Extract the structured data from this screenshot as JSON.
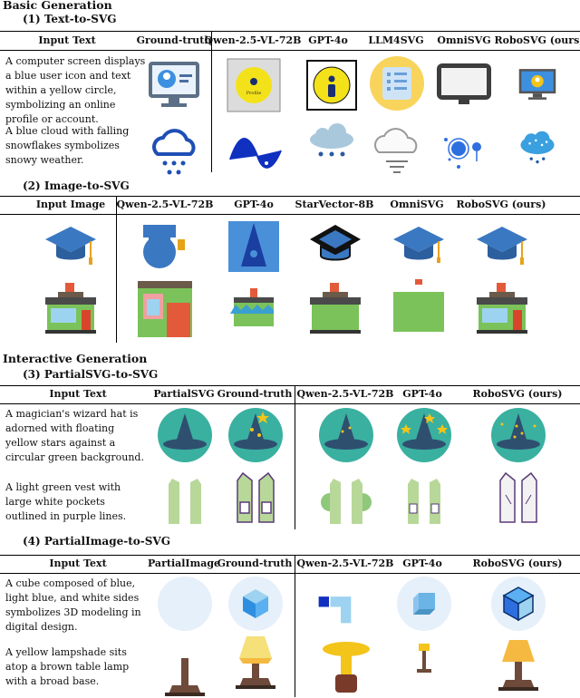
{
  "sections": {
    "basic": "Basic Generation",
    "interactive": "Interactive Generation"
  },
  "t2s": {
    "title": "(1)  Text-to-SVG",
    "headers": [
      "Input Text",
      "Ground-truth",
      "Qwen-2.5-VL-72B",
      "GPT-4o",
      "LLM4SVG",
      "OmniSVG",
      "RoboSVG (ours)"
    ],
    "rows": [
      {
        "text": "A computer screen displays a blue user icon and text within a yellow circle, symbolizing an online profile or account.",
        "qwen_badge": "Profile"
      },
      {
        "text": "A blue cloud with falling snowflakes symbolizes snowy weather."
      }
    ]
  },
  "i2s": {
    "title": "(2)  Image-to-SVG",
    "headers": [
      "Input Image",
      "Qwen-2.5-VL-72B",
      "GPT-4o",
      "StarVector-8B",
      "OmniSVG",
      "RoboSVG (ours)"
    ]
  },
  "p2s": {
    "title": "(3)  PartialSVG-to-SVG",
    "headers": [
      "Input Text",
      "PartialSVG",
      "Ground-truth",
      "Qwen-2.5-VL-72B",
      "GPT-4o",
      "RoboSVG (ours)"
    ],
    "rows": [
      {
        "text": "A magician's wizard hat is adorned with floating yellow stars against a circular green background."
      },
      {
        "text": "A light green vest with large white pockets outlined in purple lines."
      }
    ]
  },
  "pi2s": {
    "title": "(4)  PartialImage-to-SVG",
    "headers": [
      "Input Text",
      "PartialImage",
      "Ground-truth",
      "Qwen-2.5-VL-72B",
      "GPT-4o",
      "RoboSVG (ours)"
    ],
    "rows": [
      {
        "text": "A cube composed of blue, light blue, and white sides symbolizes 3D modeling in digital design."
      },
      {
        "text": "A yellow lampshade sits atop a brown table lamp with a broad base."
      }
    ]
  },
  "colors": {
    "teal": "#3ab0a0",
    "wizard_hat": "#2f4f6f",
    "grad_cap": "#3a78c2",
    "vest": "#b8d89a",
    "lamp_shade": "#f5b942",
    "lamp_brown": "#6e4a3a"
  }
}
